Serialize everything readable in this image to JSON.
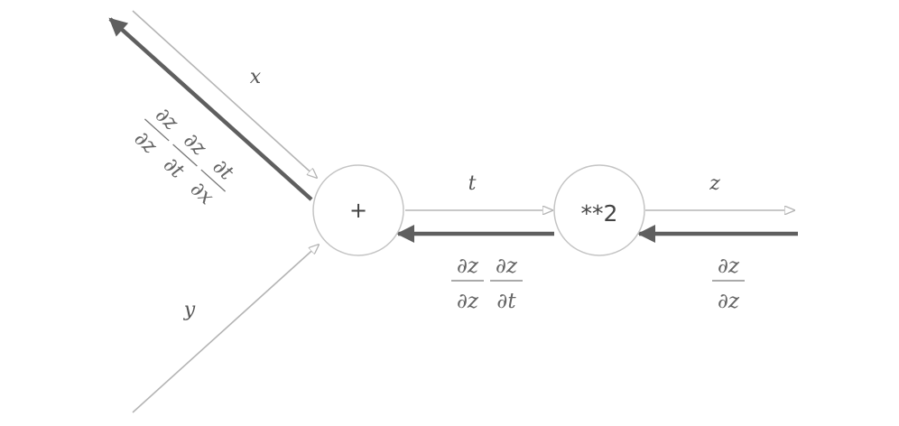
{
  "nodes": {
    "add": {
      "label": "+"
    },
    "square": {
      "label": "**2"
    }
  },
  "edges": {
    "x": {
      "label": "x"
    },
    "y": {
      "label": "y"
    },
    "t": {
      "label": "t"
    },
    "z": {
      "label": "z"
    }
  },
  "gradients": {
    "dz_dz": {
      "num": "∂z",
      "den": "∂z"
    },
    "dz_dt": {
      "terms": [
        {
          "num": "∂z",
          "den": "∂z"
        },
        {
          "num": "∂z",
          "den": "∂t"
        }
      ]
    },
    "dz_dx": {
      "terms": [
        {
          "num": "∂z",
          "den": "∂z"
        },
        {
          "num": "∂z",
          "den": "∂t"
        },
        {
          "num": "∂t",
          "den": "∂x"
        }
      ]
    }
  },
  "colors": {
    "forward_arrow": "#b5b5b5",
    "backward_arrow": "#5f5f5f",
    "node_stroke": "#c4c4c4"
  }
}
